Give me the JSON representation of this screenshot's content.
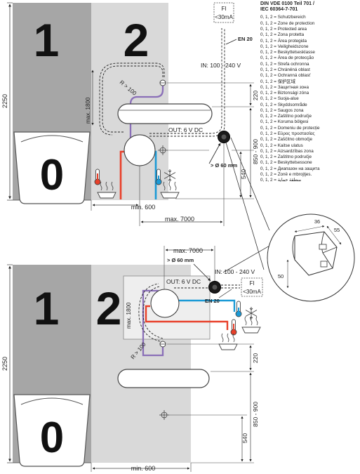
{
  "standard": {
    "line1": "DIN VDE 0100 Teil 701 /",
    "line2": "IEC 60364-7-701"
  },
  "zone_prefix": "0, 1, 2 =",
  "zone_terms": [
    "Schutzbereich",
    "Zone de protection",
    "Protected area",
    "Zona protetta",
    "Área protegida",
    "Veiligheidszone",
    "Beskyttelsesklasse",
    "Área de protecção",
    "Strefa ochronna",
    "Chráněná oblast",
    "Ochranná oblasť",
    "保护区域",
    "Защитная зона",
    "Biztonsági zóna",
    "Suoja-alue",
    "Skyddsområde",
    "Saugos zona",
    "Zaštitno područje",
    "Koruma bölgesi",
    "Domeniu de protecție",
    "Εύρος προστασίας",
    "Zaščitno območje",
    "Kaitse ulatus",
    "Aizsardzības zona",
    "Zaštitno područje",
    "Beskyttelsessone",
    "Диапазон на защита",
    "Zonë e mbrojtjes.",
    "منطقة حماية"
  ],
  "top_view": {
    "zone_1": "1",
    "zone_2": "2",
    "zone_0": "0",
    "fi_label": "FI",
    "fi_value": "<30mA",
    "en_label": "EN 20",
    "input_label": "IN: 100 - 240 V",
    "output_label": "OUT: 6 V DC",
    "bend_radius": "R > 100",
    "max_cable": "max. 1800",
    "dim_height": "2250",
    "dim_220": "220",
    "dim_850_900": "850 - 900",
    "dim_540": "540",
    "diameter": "> Ø 60 mm",
    "min_width": "min. 600",
    "max_distance": "max. 7000"
  },
  "bottom_view": {
    "zone_1": "1",
    "zone_2": "2",
    "zone_0": "0",
    "fi_label": "FI",
    "fi_value": "<30mA",
    "en_label": "EN 20",
    "input_label": "IN: 100 - 240 V",
    "output_label": "OUT: 6 V DC",
    "bend_radius": "R > 100",
    "max_cable": "max. 1800",
    "dim_height": "2250",
    "dim_220": "220",
    "dim_850_900": "850 - 900",
    "dim_540": "540",
    "diameter": "> Ø 60 mm",
    "min_width": "min. 600",
    "max_distance": "max. 7000"
  },
  "detail": {
    "dim_36": "36",
    "dim_55": "55",
    "dim_50": "50"
  },
  "colors": {
    "zone_dark": "#a6a6a6",
    "zone_light": "#d9d9d9",
    "hot_pipe": "#e8402a",
    "cold_pipe": "#1b9ad6",
    "low_voltage_cable": "#8a6fb8",
    "ink": "#222222"
  }
}
